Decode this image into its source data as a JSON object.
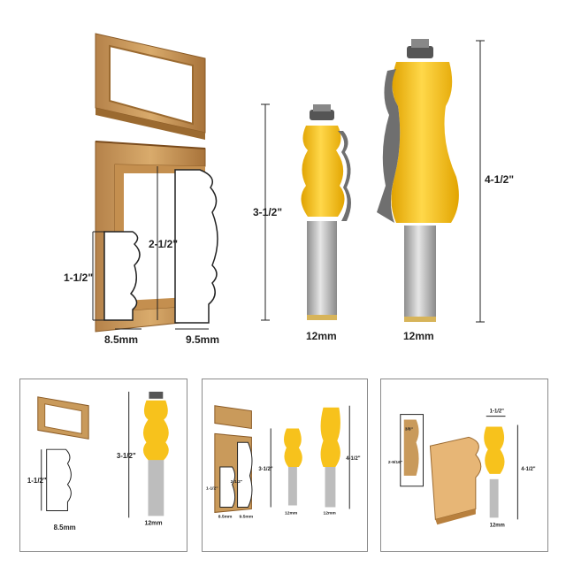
{
  "main": {
    "frame_dims": {
      "height_large": "2-1/2\"",
      "height_small": "1-1/2\"",
      "width_left": "8.5mm",
      "width_right": "9.5mm"
    },
    "bit_small": {
      "height": "3-1/2\"",
      "shank": "12mm"
    },
    "bit_large": {
      "height": "4-1/2\"",
      "shank": "12mm"
    }
  },
  "thumb1": {
    "height": "3-1/2\"",
    "profile_height": "1-1/2\"",
    "profile_width": "8.5mm",
    "shank": "12mm"
  },
  "thumb2": {
    "height_small": "3-1/2\"",
    "height_large": "4-1/2\"",
    "dim_a": "1-1/2\"",
    "dim_b": "2-1/2\"",
    "w1": "8.5mm",
    "w2": "9.5mm",
    "shank1": "12mm",
    "shank2": "12mm"
  },
  "thumb3": {
    "top": "1-1/2\"",
    "height": "4-1/2\"",
    "shank": "12mm",
    "inset_a": "3/8\"",
    "inset_b": "2-9/16\""
  },
  "colors": {
    "wood": "#c99a5b",
    "wood_dark": "#9b6a30",
    "bit_yellow": "#f7c21c",
    "bit_shade": "#d99b00",
    "shank": "#b8b8b8"
  }
}
